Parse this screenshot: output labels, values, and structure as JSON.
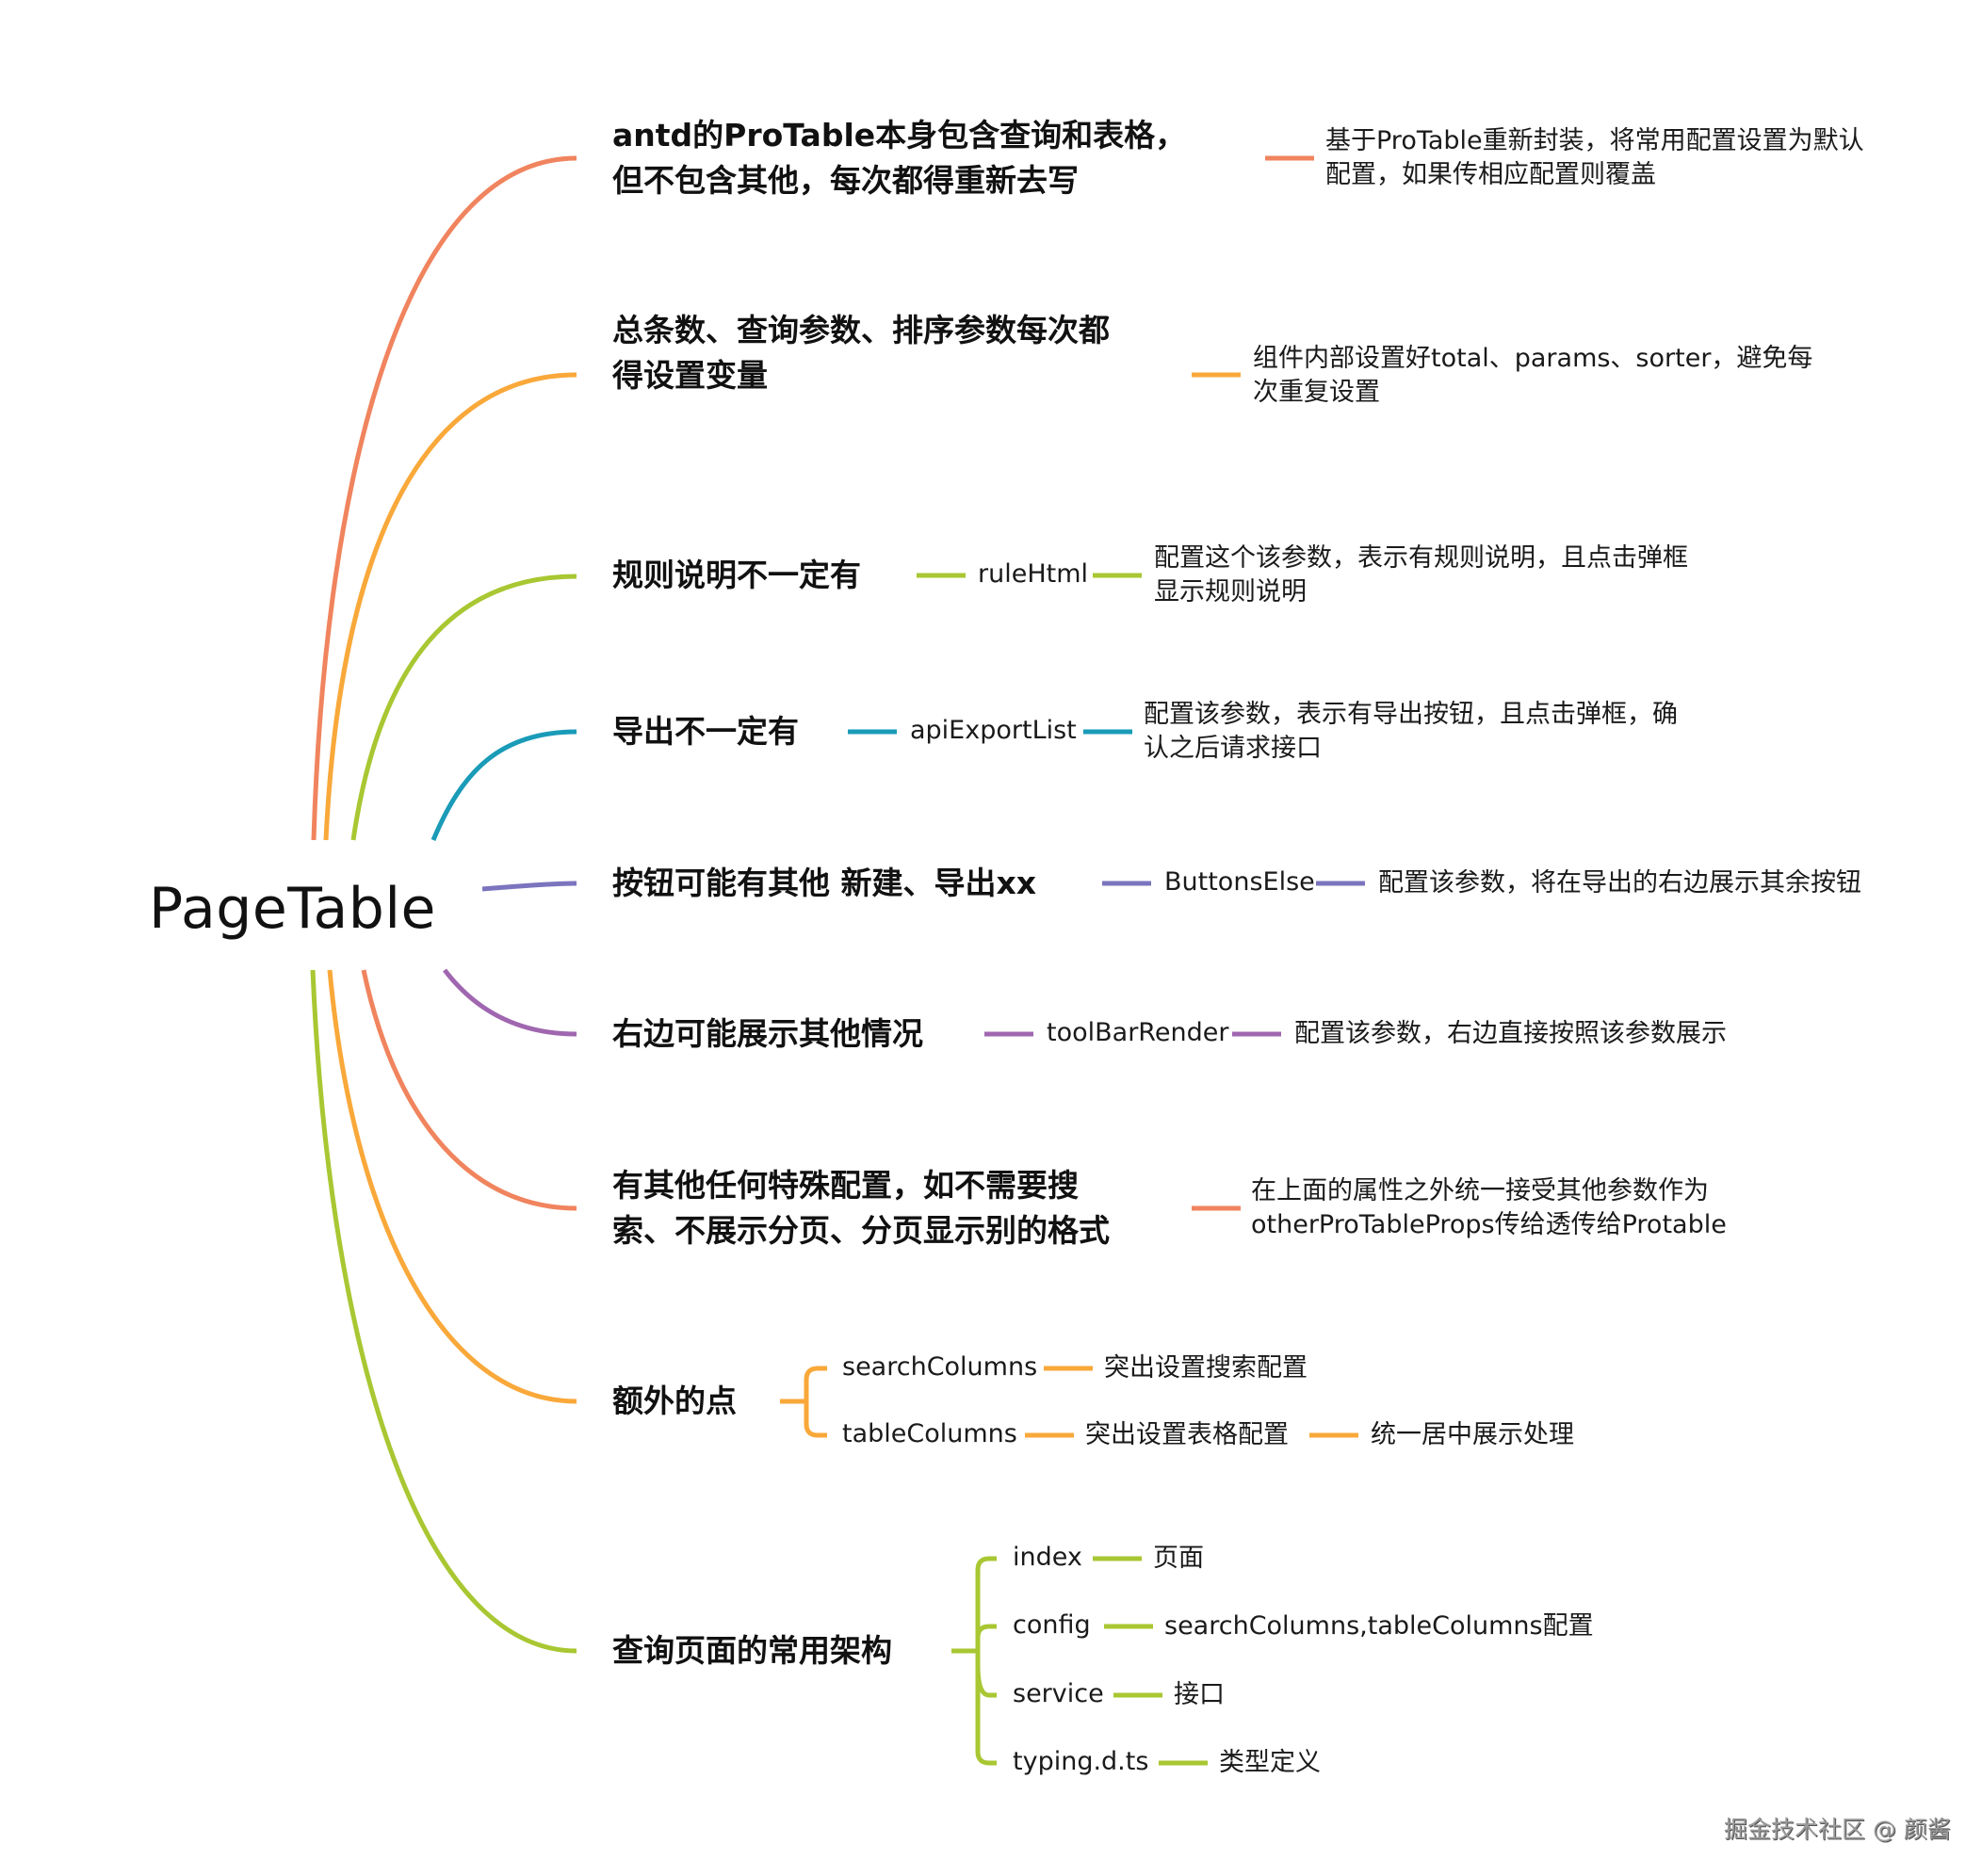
{
  "root": {
    "label": "PageTable"
  },
  "colors": {
    "red_orange": "#F0845E",
    "orange": "#F9A83A",
    "lime": "#A8C732",
    "teal": "#1A9BB8",
    "indigo": "#7B74BE",
    "purple": "#A067B0"
  },
  "branches": [
    {
      "title_lines": [
        "antd的ProTable本身包含查询和表格，",
        "但不包含其他，每次都得重新去写"
      ],
      "note_lines": [
        "基于ProTable重新封装，将常用配置设置为默认",
        "配置，如果传相应配置则覆盖"
      ]
    },
    {
      "title_lines": [
        "总条数、查询参数、排序参数每次都",
        "得设置变量"
      ],
      "note_lines": [
        "组件内部设置好total、params、sorter，避免每",
        "次重复设置"
      ]
    },
    {
      "title": "规则说明不一定有",
      "param": "ruleHtml",
      "note_lines": [
        "配置这个该参数，表示有规则说明，且点击弹框",
        "显示规则说明"
      ]
    },
    {
      "title": "导出不一定有",
      "param": "apiExportList",
      "note_lines": [
        "配置该参数，表示有导出按钮，且点击弹框，确",
        "认之后请求接口"
      ]
    },
    {
      "title": "按钮可能有其他 新建、导出xx",
      "param": "ButtonsElse",
      "note": "配置该参数，将在导出的右边展示其余按钮"
    },
    {
      "title": "右边可能展示其他情况",
      "param": "toolBarRender",
      "note": "配置该参数，右边直接按照该参数展示"
    },
    {
      "title_lines": [
        "有其他任何特殊配置，如不需要搜",
        "索、不展示分页、分页显示别的格式"
      ],
      "note_lines": [
        "在上面的属性之外统一接受其他参数作为",
        "otherProTableProps传给透传给Protable"
      ]
    },
    {
      "title": "额外的点",
      "children": [
        {
          "label": "searchColumns",
          "note": "突出设置搜索配置"
        },
        {
          "label": "tableColumns",
          "note": "突出设置表格配置",
          "extra": "统一居中展示处理"
        }
      ]
    },
    {
      "title": "查询页面的常用架构",
      "children": [
        {
          "label": "index",
          "note": "页面"
        },
        {
          "label": "config",
          "note": "searchColumns,tableColumns配置"
        },
        {
          "label": "service",
          "note": "接口"
        },
        {
          "label": "typing.d.ts",
          "note": "类型定义"
        }
      ]
    }
  ],
  "watermark": "掘金技术社区 @ 颜酱"
}
